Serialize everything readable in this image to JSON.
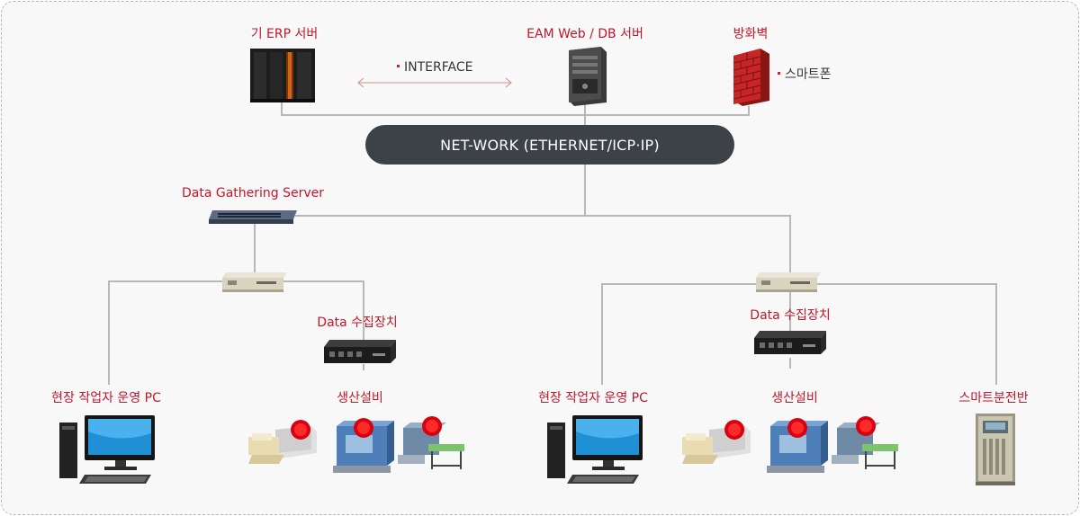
{
  "nodes": {
    "erp_server": "기 ERP 서버",
    "eam_server": "EAM Web / DB 서버",
    "firewall": "방화벽",
    "gathering_server": "Data Gathering Server",
    "collector_left": "Data 수집장치",
    "collector_right": "Data 수집장치",
    "operator_pc_left": "현장 작업자 운영 PC",
    "operator_pc_right": "현장 작업자 운영 PC",
    "equipment_left": "생산설비",
    "equipment_right": "생산설비",
    "smart_panel": "스마트분전반"
  },
  "notes": {
    "interface": "INTERFACE",
    "smartphone": "스마트폰"
  },
  "network_bar": "NET-WORK (ETHERNET/ICP·IP)",
  "colors": {
    "label": "#c0172b",
    "network_bar": "#3c4247",
    "line": "#b8b8b8",
    "alarm": "#d9000f"
  },
  "icons": {
    "erp_server": "rack-server-icon",
    "eam_server": "tower-server-icon",
    "firewall": "brick-firewall-icon",
    "switch": "network-switch-icon",
    "converter": "media-converter-icon",
    "collector": "data-collector-icon",
    "pc": "desktop-pc-icon",
    "equipment": "production-machine-icon",
    "panel": "distribution-panel-icon"
  }
}
